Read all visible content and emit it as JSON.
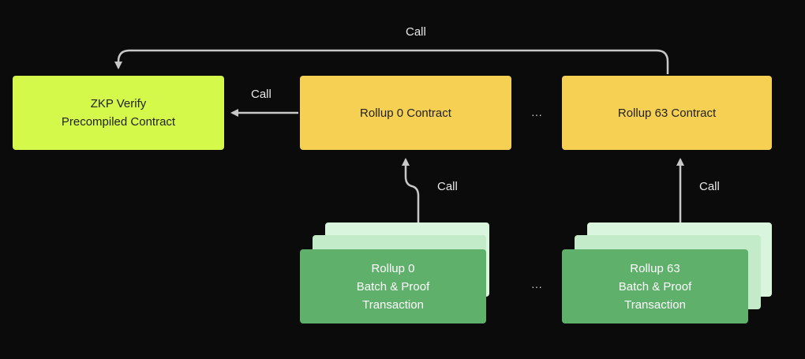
{
  "diagram": {
    "zkp_box": {
      "line1": "ZKP Verify",
      "line2": "Precompiled Contract"
    },
    "rollup0_contract": "Rollup 0 Contract",
    "rollup63_contract": "Rollup 63 Contract",
    "rollup0_tx": {
      "line1": "Rollup 0",
      "line2": "Batch & Proof",
      "line3": "Transaction"
    },
    "rollup63_tx": {
      "line1": "Rollup 63",
      "line2": "Batch & Proof",
      "line3": "Transaction"
    },
    "edges": {
      "top_call": "Call",
      "rollup0_to_zkp_call": "Call",
      "tx0_to_rollup0_call": "Call",
      "tx63_to_rollup63_call": "Call"
    },
    "ellipsis": "···",
    "colors": {
      "background": "#0b0b0c",
      "zkp_box": "#d4f94a",
      "contract_box": "#f5d052",
      "tx_front": "#5fb06b",
      "tx_stack": "#c3ebca",
      "arrow": "#c8c8c8"
    }
  }
}
